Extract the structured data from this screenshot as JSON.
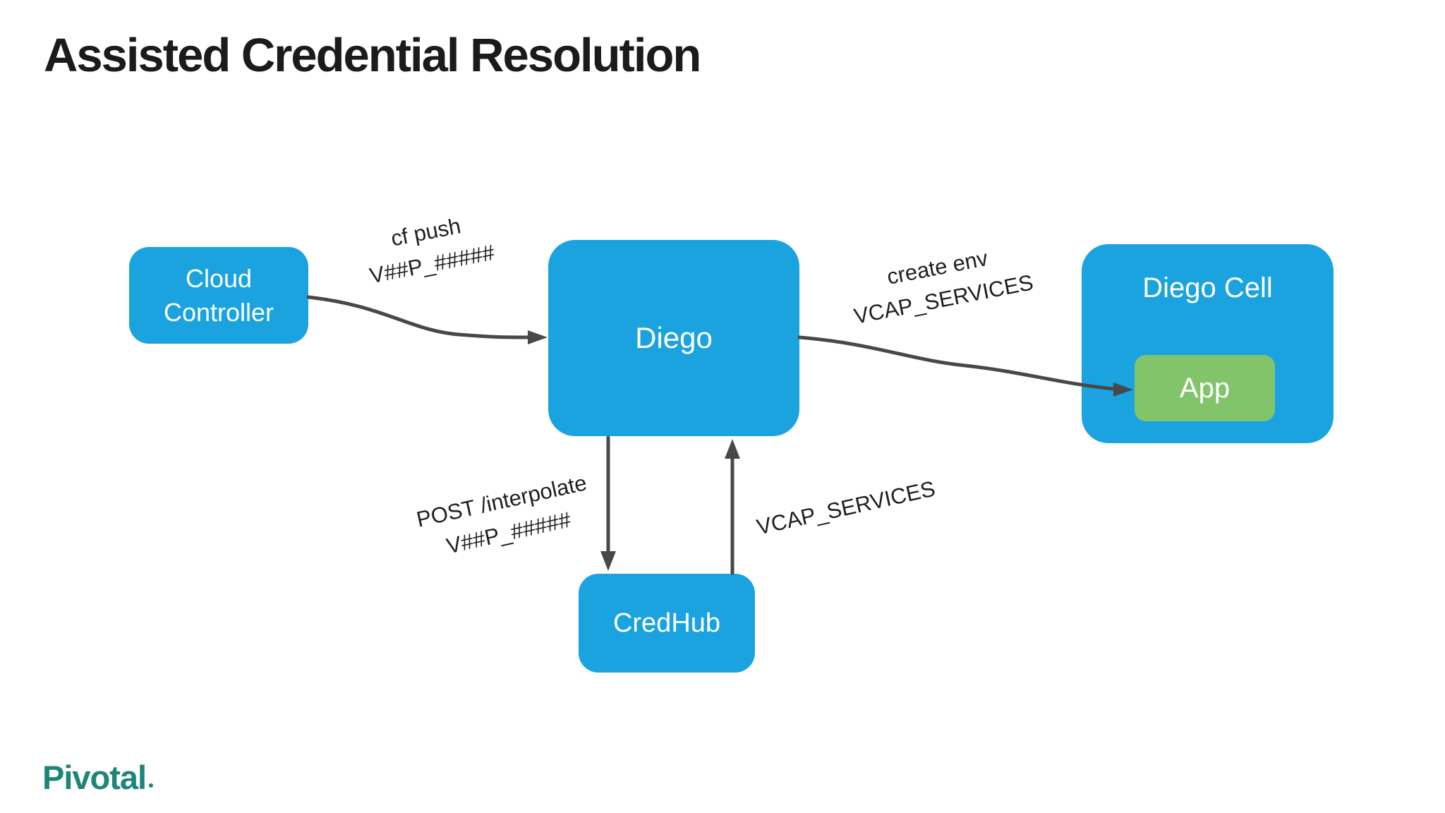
{
  "page": {
    "title": "Assisted Credential Resolution"
  },
  "logo": {
    "text": "Pivotal"
  },
  "colors": {
    "node_blue": "#1aa3df",
    "node_green": "#82c46a",
    "arrow_gray": "#47484a",
    "title_text": "#1b1b1b",
    "label_text": "#1f1f1f",
    "node_text": "#ffffff",
    "logo_teal": "#1e8578"
  },
  "diagram": {
    "nodes": [
      {
        "id": "cloud-controller",
        "lines": [
          "Cloud",
          "Controller"
        ]
      },
      {
        "id": "diego",
        "label": "Diego"
      },
      {
        "id": "diego-cell",
        "label": "Diego Cell"
      },
      {
        "id": "app",
        "label": "App"
      },
      {
        "id": "credhub",
        "label": "CredHub"
      }
    ],
    "edges": [
      {
        "from": "cloud-controller",
        "to": "diego",
        "label_lines": [
          "cf push",
          "V##P_#####"
        ]
      },
      {
        "from": "diego",
        "to": "app",
        "label_lines": [
          "create env",
          "VCAP_SERVICES"
        ]
      },
      {
        "from": "diego",
        "to": "credhub",
        "label_lines": [
          "POST /interpolate",
          "V##P_#####"
        ]
      },
      {
        "from": "credhub",
        "to": "diego",
        "label_lines": [
          "VCAP_SERVICES"
        ]
      }
    ]
  }
}
